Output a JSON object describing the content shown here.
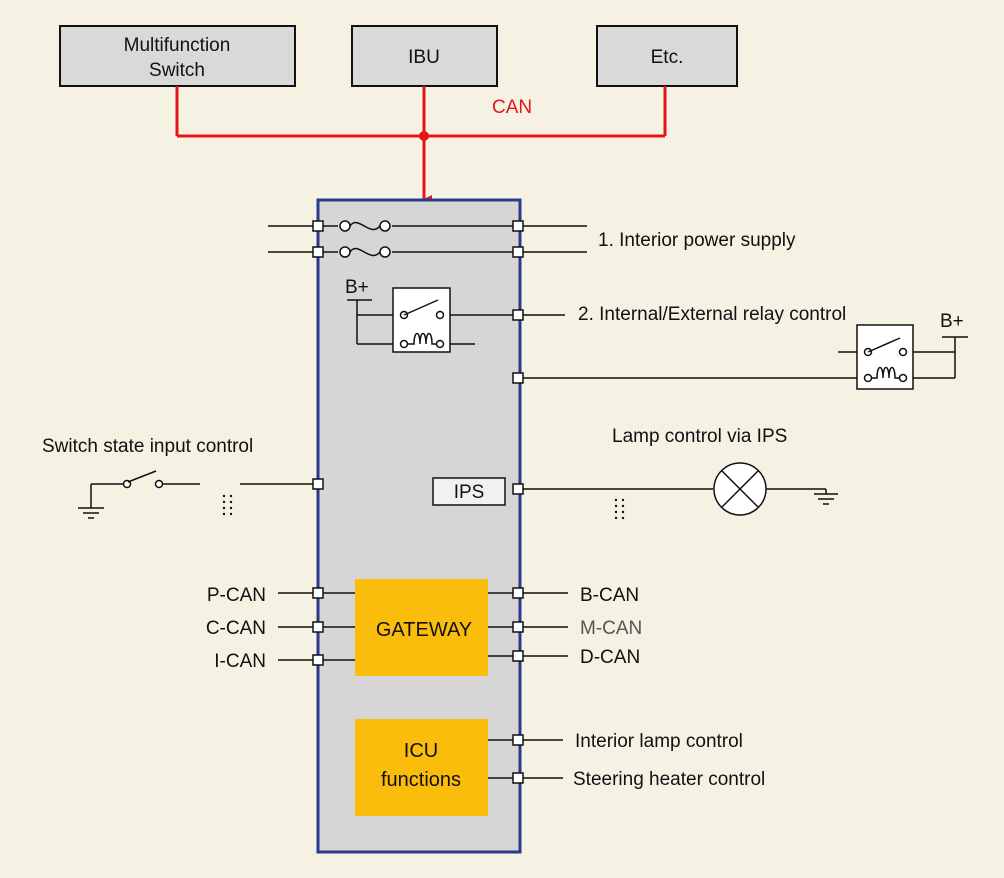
{
  "colors": {
    "background": "#f5f1e3",
    "can_bus": "#e3161b",
    "module_fill": "#d6d6d6",
    "module_border": "#2b3a8c",
    "block_fill": "#fbbd0c",
    "box_fill": "#d9d9d9",
    "dark_gray_text": "#555555"
  },
  "top_units": [
    {
      "line1": "Multifunction",
      "line2": "Switch"
    },
    {
      "line1": "IBU",
      "line2": ""
    },
    {
      "line1": "Etc.",
      "line2": ""
    }
  ],
  "can_label": "CAN",
  "power_supply_label": "1. Interior power supply",
  "relay_control_label": "2. Internal/External relay control",
  "battery_label": "B+",
  "switch_input_label": "Switch state input control",
  "lamp_ips_label": "Lamp control via IPS",
  "ips_label": "IPS",
  "left_buses": [
    "P-CAN",
    "C-CAN",
    "I-CAN"
  ],
  "right_buses": [
    "B-CAN",
    "M-CAN",
    "D-CAN"
  ],
  "gateway_label": "GATEWAY",
  "icu_label": {
    "line1": "ICU",
    "line2": "functions"
  },
  "icu_outputs": [
    "Interior lamp control",
    "Steering heater control"
  ],
  "icons": [
    "fuse-icon",
    "relay-icon",
    "switch-icon",
    "ground-icon",
    "lamp-icon",
    "battery-icon"
  ]
}
